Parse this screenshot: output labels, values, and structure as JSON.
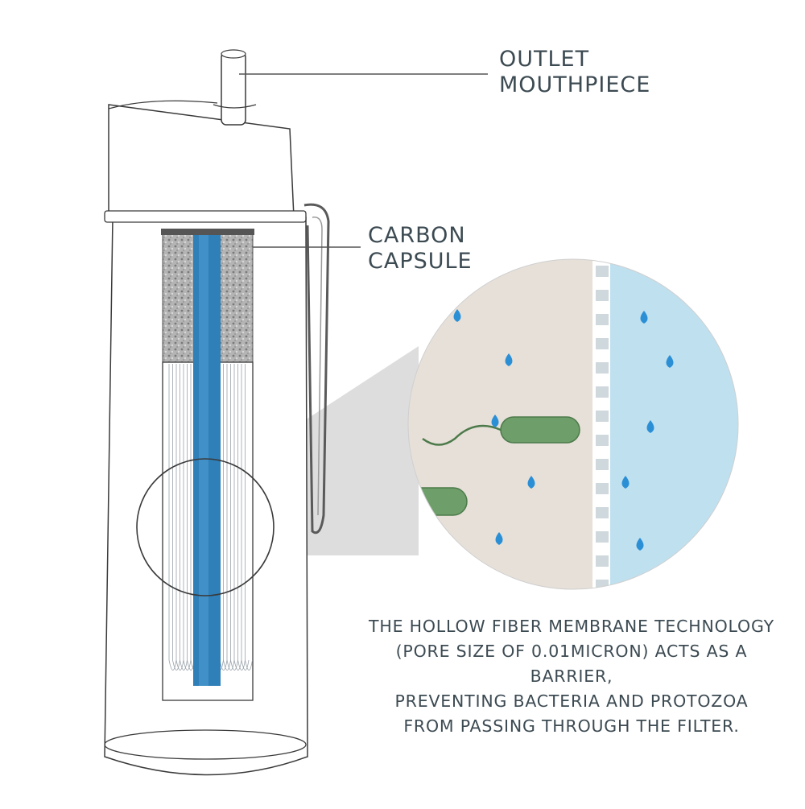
{
  "labels": {
    "outlet": [
      "OUTLET",
      "MOUTHPIECE"
    ],
    "carbon": [
      "CARBON",
      "CAPSULE"
    ]
  },
  "caption": [
    "THE HOLLOW FIBER MEMBRANE TECHNOLOGY",
    "(PORE SIZE OF 0.01MICRON) ACTS AS A BARRIER,",
    "PREVENTING BACTERIA AND PROTOZOA",
    "FROM PASSING THROUGH THE FILTER."
  ],
  "colors": {
    "outline": "#3a3a3a",
    "text": "#3c4a52",
    "fiber_blue": "#2f7fb8",
    "carbon_gray": "#a9a9a9",
    "dirty_side": "#e6e0d8",
    "clean_side": "#bfe0ef",
    "bacteria_green": "#6e9e6a",
    "droplet_blue": "#2b8fd6",
    "membrane_white": "#ffffff"
  }
}
